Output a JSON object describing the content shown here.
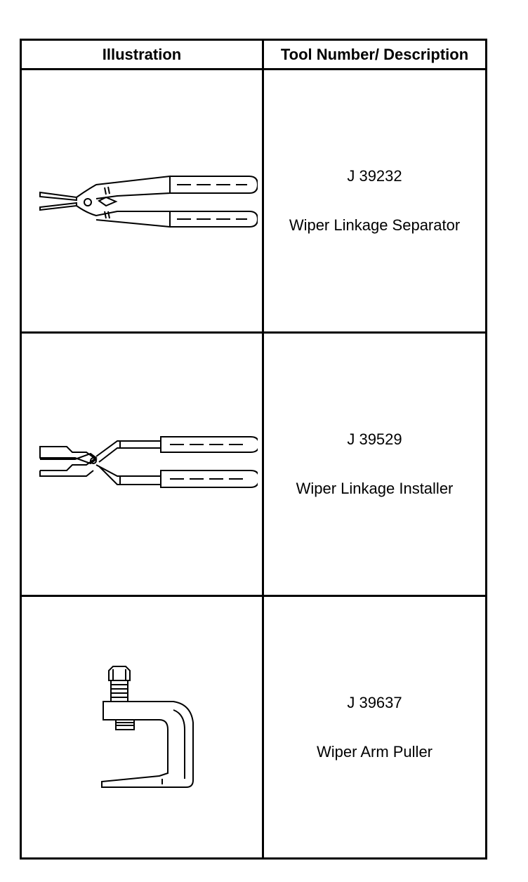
{
  "table": {
    "headers": {
      "illustration": "Illustration",
      "description": "Tool Number/ Description"
    },
    "rows": [
      {
        "tool_number": "J 39232",
        "description": "Wiper Linkage Separator",
        "illustration_icon": "pliers-separator-icon"
      },
      {
        "tool_number": "J 39529",
        "description": "Wiper Linkage Installer",
        "illustration_icon": "pliers-installer-icon"
      },
      {
        "tool_number": "J 39637",
        "description": "Wiper Arm Puller",
        "illustration_icon": "c-clamp-puller-icon"
      }
    ]
  }
}
